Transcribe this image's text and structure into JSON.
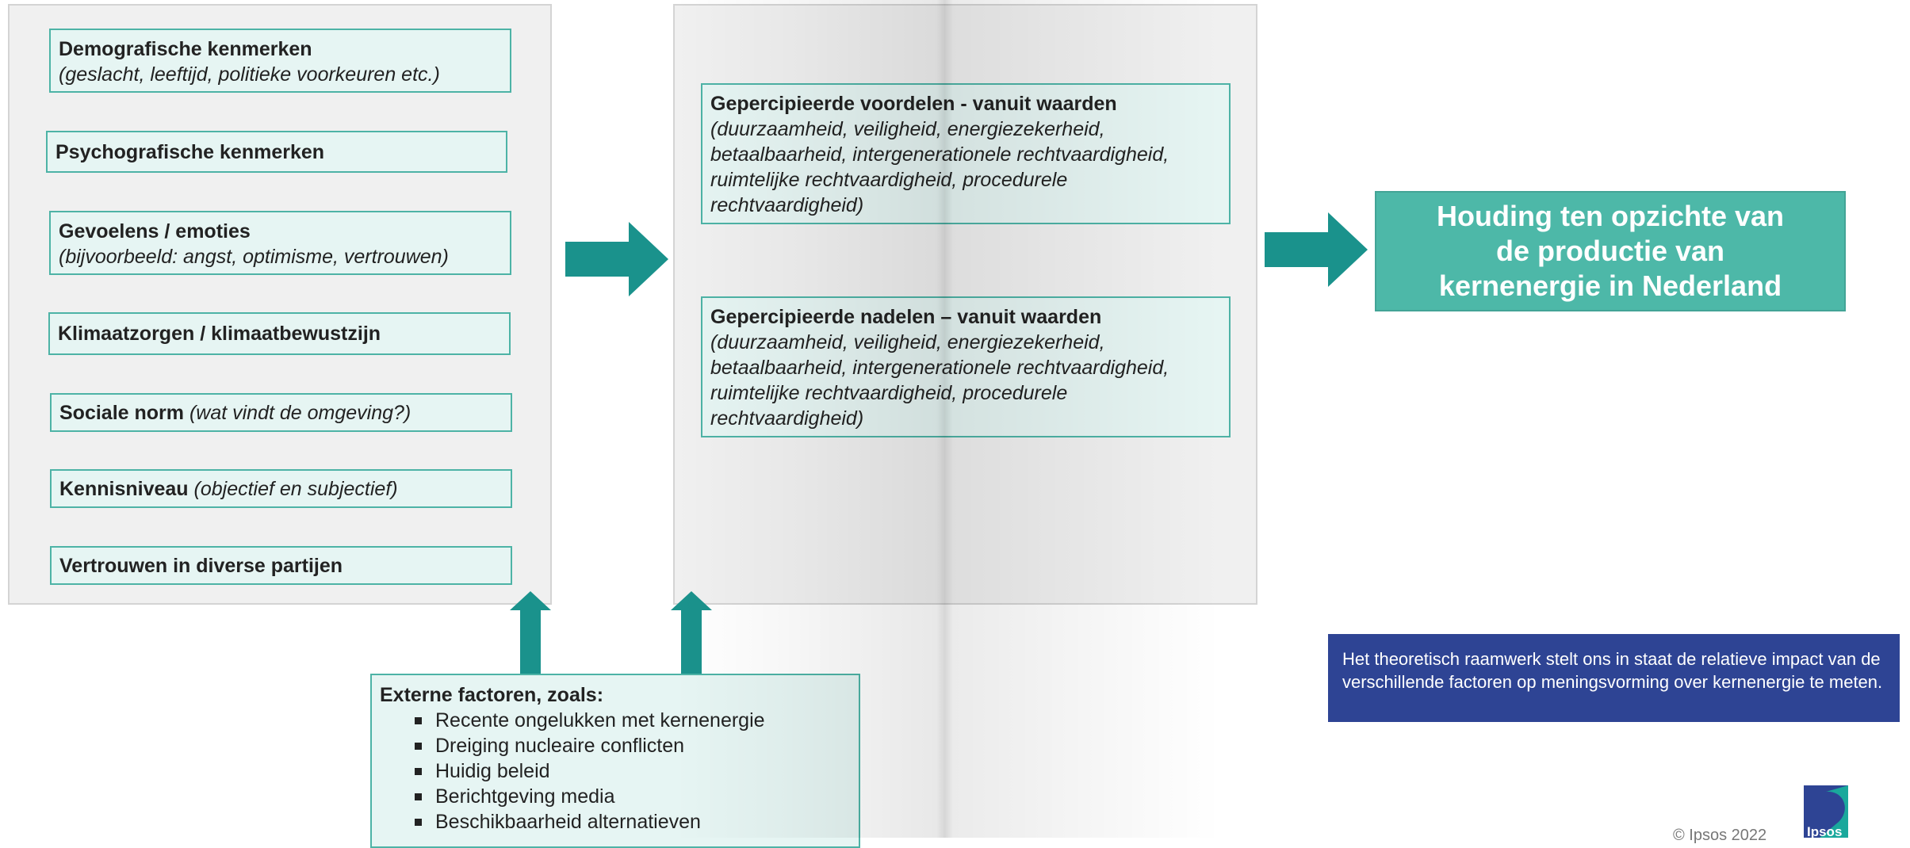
{
  "left_factors": [
    {
      "title": "Demografische kenmerken",
      "detail": "(geslacht, leeftijd, politieke voorkeuren etc.)"
    },
    {
      "title": "Psychografische kenmerken",
      "detail": ""
    },
    {
      "title": "Gevoelens / emoties",
      "detail": "(bijvoorbeeld: angst, optimisme, vertrouwen)"
    },
    {
      "title": "Klimaatzorgen / klimaatbewustzijn",
      "detail": ""
    },
    {
      "title": "Sociale norm",
      "detail": "(wat vindt de omgeving?)"
    },
    {
      "title": "Kennisniveau",
      "detail": "(objectief en subjectief)"
    },
    {
      "title": "Vertrouwen in diverse partijen",
      "detail": ""
    }
  ],
  "middle_factors": [
    {
      "title": "Gepercipieerde voordelen - vanuit waarden",
      "lines": [
        "(duurzaamheid, veiligheid, energiezekerheid,",
        "betaalbaarheid, intergenerationele rechtvaardigheid,",
        "ruimtelijke rechtvaardigheid, procedurele",
        "rechtvaardigheid)"
      ]
    },
    {
      "title": "Gepercipieerde nadelen – vanuit waarden",
      "lines": [
        "(duurzaamheid, veiligheid, energiezekerheid,",
        "betaalbaarheid, intergenerationele rechtvaardigheid,",
        "ruimtelijke rechtvaardigheid, procedurele",
        "rechtvaardigheid)"
      ]
    }
  ],
  "outcome": {
    "lines": [
      "Houding ten opzichte van",
      "de productie van",
      "kernenergie in Nederland"
    ]
  },
  "external": {
    "title": "Externe factoren, zoals:",
    "items": [
      "Recente ongelukken met kernenergie",
      "Dreiging nucleaire conflicten",
      "Huidig beleid",
      "Berichtgeving media",
      "Beschikbaarheid alternatieven"
    ]
  },
  "info_text": "Het theoretisch raamwerk stelt ons in staat de relatieve impact van de verschillende factoren op meningsvorming over kernenergie te meten.",
  "footer": {
    "copyright": "© Ipsos 2022",
    "logo_text": "Ipsos"
  },
  "colors": {
    "teal": "#1a928c",
    "box_fill": "#e6f5f3",
    "box_border": "#4db3a6",
    "outcome": "#4db8a8",
    "info_bg": "#2e4494"
  }
}
